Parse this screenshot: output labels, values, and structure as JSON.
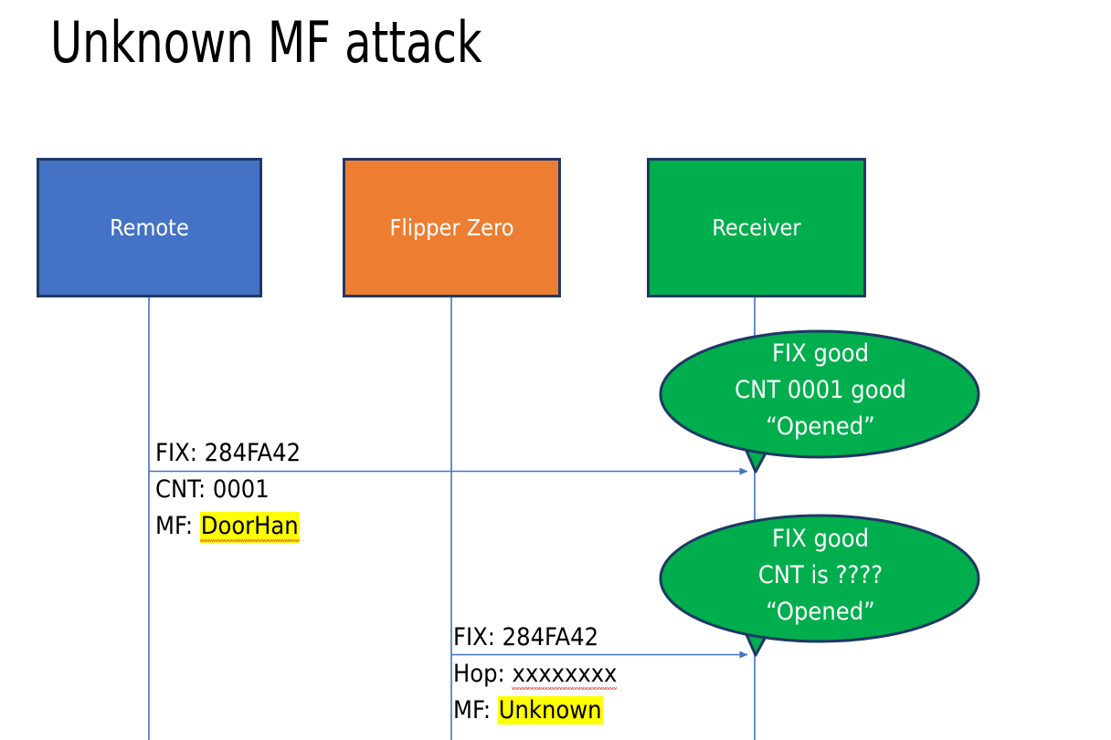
{
  "slide": {
    "title": "Unknown MF attack",
    "background": "#ffffff"
  },
  "colors": {
    "remote_fill": "#4472C4",
    "flipper_fill": "#ED7D31",
    "receiver_fill": "#00AE4D",
    "box_border": "#1F3864",
    "lifeline": "#4472C4",
    "arrow": "#4472C4",
    "bubble_fill": "#00AE4D",
    "bubble_border": "#1F3864",
    "highlight": "#FFFF00",
    "spellcheck_underline": "#E03A2F",
    "text_dark": "#000000",
    "text_light": "#FFFFFF"
  },
  "actors": [
    {
      "id": "remote",
      "label": "Remote"
    },
    {
      "id": "flipper",
      "label": "Flipper Zero"
    },
    {
      "id": "receiver",
      "label": "Receiver"
    }
  ],
  "messages": [
    {
      "id": "msg-1",
      "from": "remote",
      "to": "receiver",
      "lines": [
        {
          "prefix": "FIX: ",
          "value": "284FA42",
          "highlight": false,
          "spellcheck_flag": false
        },
        {
          "prefix": "CNT: ",
          "value": "0001",
          "highlight": false,
          "spellcheck_flag": false
        },
        {
          "prefix": "MF: ",
          "value": "DoorHan",
          "highlight": true,
          "spellcheck_flag": true
        }
      ]
    },
    {
      "id": "msg-2",
      "from": "flipper",
      "to": "receiver",
      "lines": [
        {
          "prefix": "FIX: ",
          "value": "284FA42",
          "highlight": false,
          "spellcheck_flag": false
        },
        {
          "prefix": "Hop: ",
          "value": "xxxxxxxx",
          "highlight": false,
          "spellcheck_flag": true
        },
        {
          "prefix": "MF: ",
          "value": "Unknown",
          "highlight": true,
          "spellcheck_flag": false
        }
      ]
    }
  ],
  "callouts": [
    {
      "id": "callout-1",
      "target": "msg-1",
      "lines": [
        "FIX good",
        "CNT 0001 good",
        "“Opened”"
      ]
    },
    {
      "id": "callout-2",
      "target": "msg-2",
      "lines": [
        "FIX good",
        "CNT is ????",
        "“Opened”"
      ]
    }
  ]
}
